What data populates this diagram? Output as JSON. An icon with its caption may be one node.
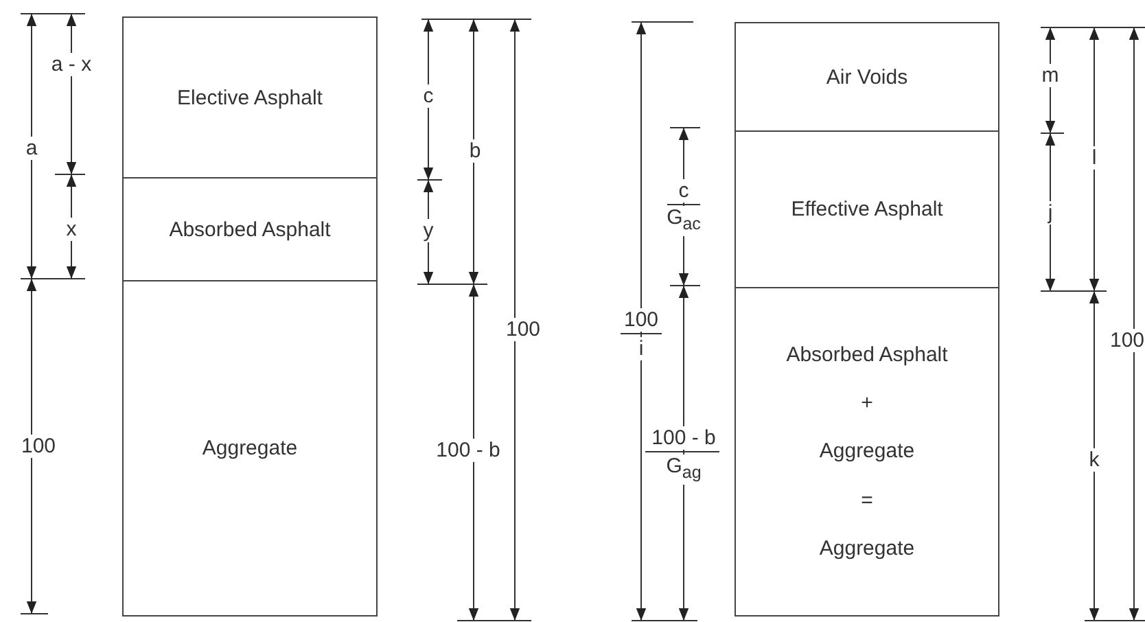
{
  "diagram": {
    "nodes": [
      {
        "text": [
          "Elective Asphalt"
        ]
      },
      {
        "text": [
          "Absorbed Asphalt"
        ]
      },
      {
        "text": [
          "Aggregate"
        ]
      },
      {
        "text": [
          "Air Voids"
        ]
      },
      {
        "text": [
          "Effective Asphalt"
        ]
      },
      {
        "text": [
          "Absorbed Asphalt",
          "+",
          "Aggregate",
          "=",
          "Aggregate"
        ]
      }
    ],
    "labels": [
      "a - x",
      "a",
      "x",
      "100",
      "c",
      "b",
      "y",
      "100",
      "100 - b",
      "c",
      "G$_{ac}$",
      "100",
      "i",
      "100 - b",
      "G$_{ag}$",
      "m",
      "l",
      "j",
      "k",
      "100"
    ]
  }
}
